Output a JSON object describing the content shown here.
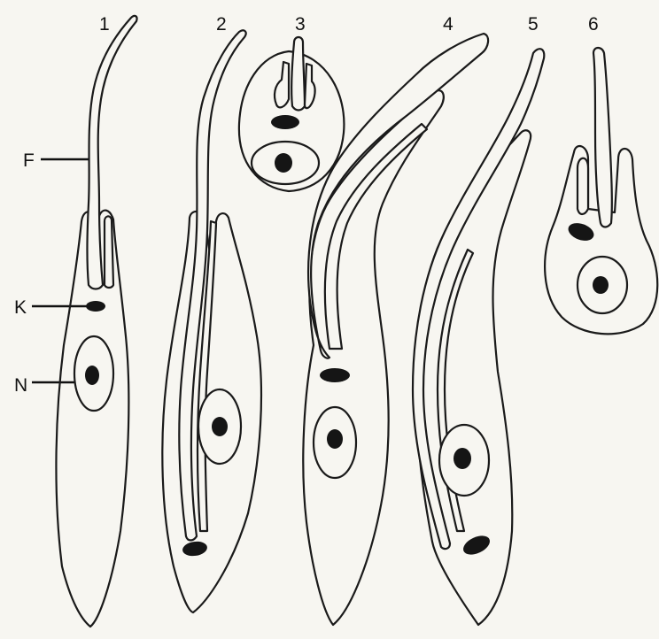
{
  "figure": {
    "panel_numbers": [
      "1",
      "2",
      "3",
      "4",
      "5",
      "6"
    ],
    "labels": {
      "flagellum": "F",
      "kinetoplast": "K",
      "nucleus": "N"
    }
  }
}
